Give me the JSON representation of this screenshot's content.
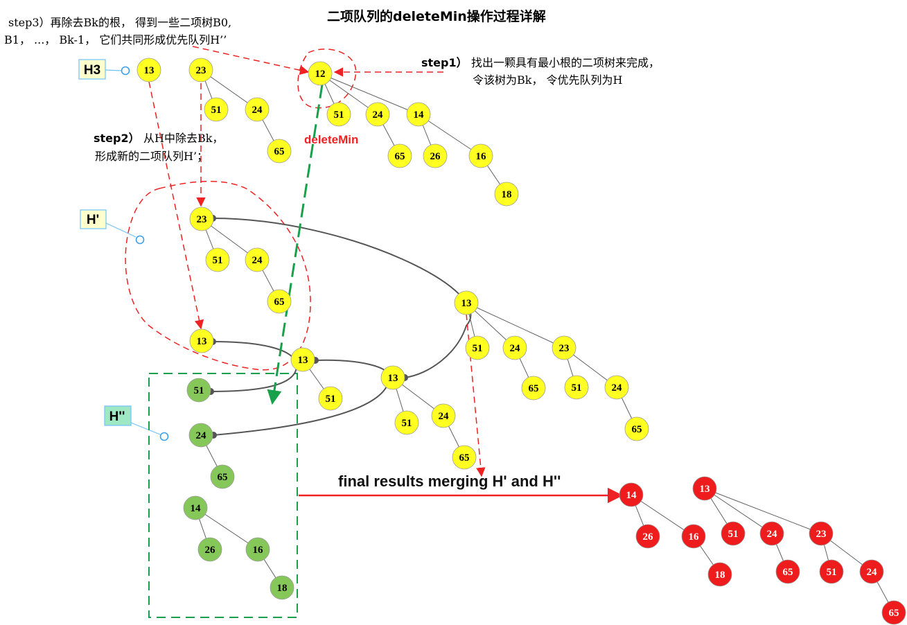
{
  "title": "二项队列的deleteMin操作过程详解",
  "colors": {
    "yellow_node": "#ffff22",
    "green_node": "#86c75a",
    "red_node": "#ee1c1c",
    "red_arrow": "#ee2222",
    "green_arrow": "#18a04a",
    "tag_fill_yellow": "#ffffcc",
    "tag_fill_green": "#9ee8c4",
    "tag_border": "#6fc2ff"
  },
  "labels": {
    "step1_head": "step1）",
    "step1_l1": "找出一颗具有最小根的二项树来完成，",
    "step1_l2": "令该树为Bk，  令优先队列为H",
    "step2_head": "step2）",
    "step2_l1": "从H中除去Bk，",
    "step2_l2": "形成新的二项队列H’；",
    "step3_l1": "step3）再除去Bk的根，  得到一些二项树B0,",
    "step3_l2": "B1，  ...，  Bk-1，  它们共同形成优先队列H’’",
    "delete_min": "deleteMin",
    "final": "final results merging H' and H''"
  },
  "tags": {
    "h3": "H3",
    "h_prime": "H'",
    "h_double": "H''"
  },
  "trees": {
    "h3_b0": [
      "13"
    ],
    "h3_b2": [
      "23",
      "51",
      "24",
      "65"
    ],
    "h3_b3": [
      "12",
      "51",
      "24",
      "14",
      "65",
      "26",
      "16",
      "18"
    ],
    "h_prime_b0": [
      "13"
    ],
    "h_prime_b2": [
      "23",
      "51",
      "24",
      "65"
    ],
    "h_double_b0": [
      "51"
    ],
    "h_double_b1": [
      "24",
      "65"
    ],
    "h_double_b2": [
      "14",
      "26",
      "16",
      "18"
    ],
    "merge_b1": [
      "13",
      "51"
    ],
    "merge_b2": [
      "13",
      "51",
      "24",
      "65"
    ],
    "merge_b3": [
      "13",
      "51",
      "24",
      "23",
      "65",
      "51",
      "24",
      "65"
    ],
    "result_b2": [
      "14",
      "26",
      "16",
      "18"
    ],
    "result_b3": [
      "13",
      "51",
      "24",
      "23",
      "65",
      "51",
      "24",
      "65"
    ]
  }
}
